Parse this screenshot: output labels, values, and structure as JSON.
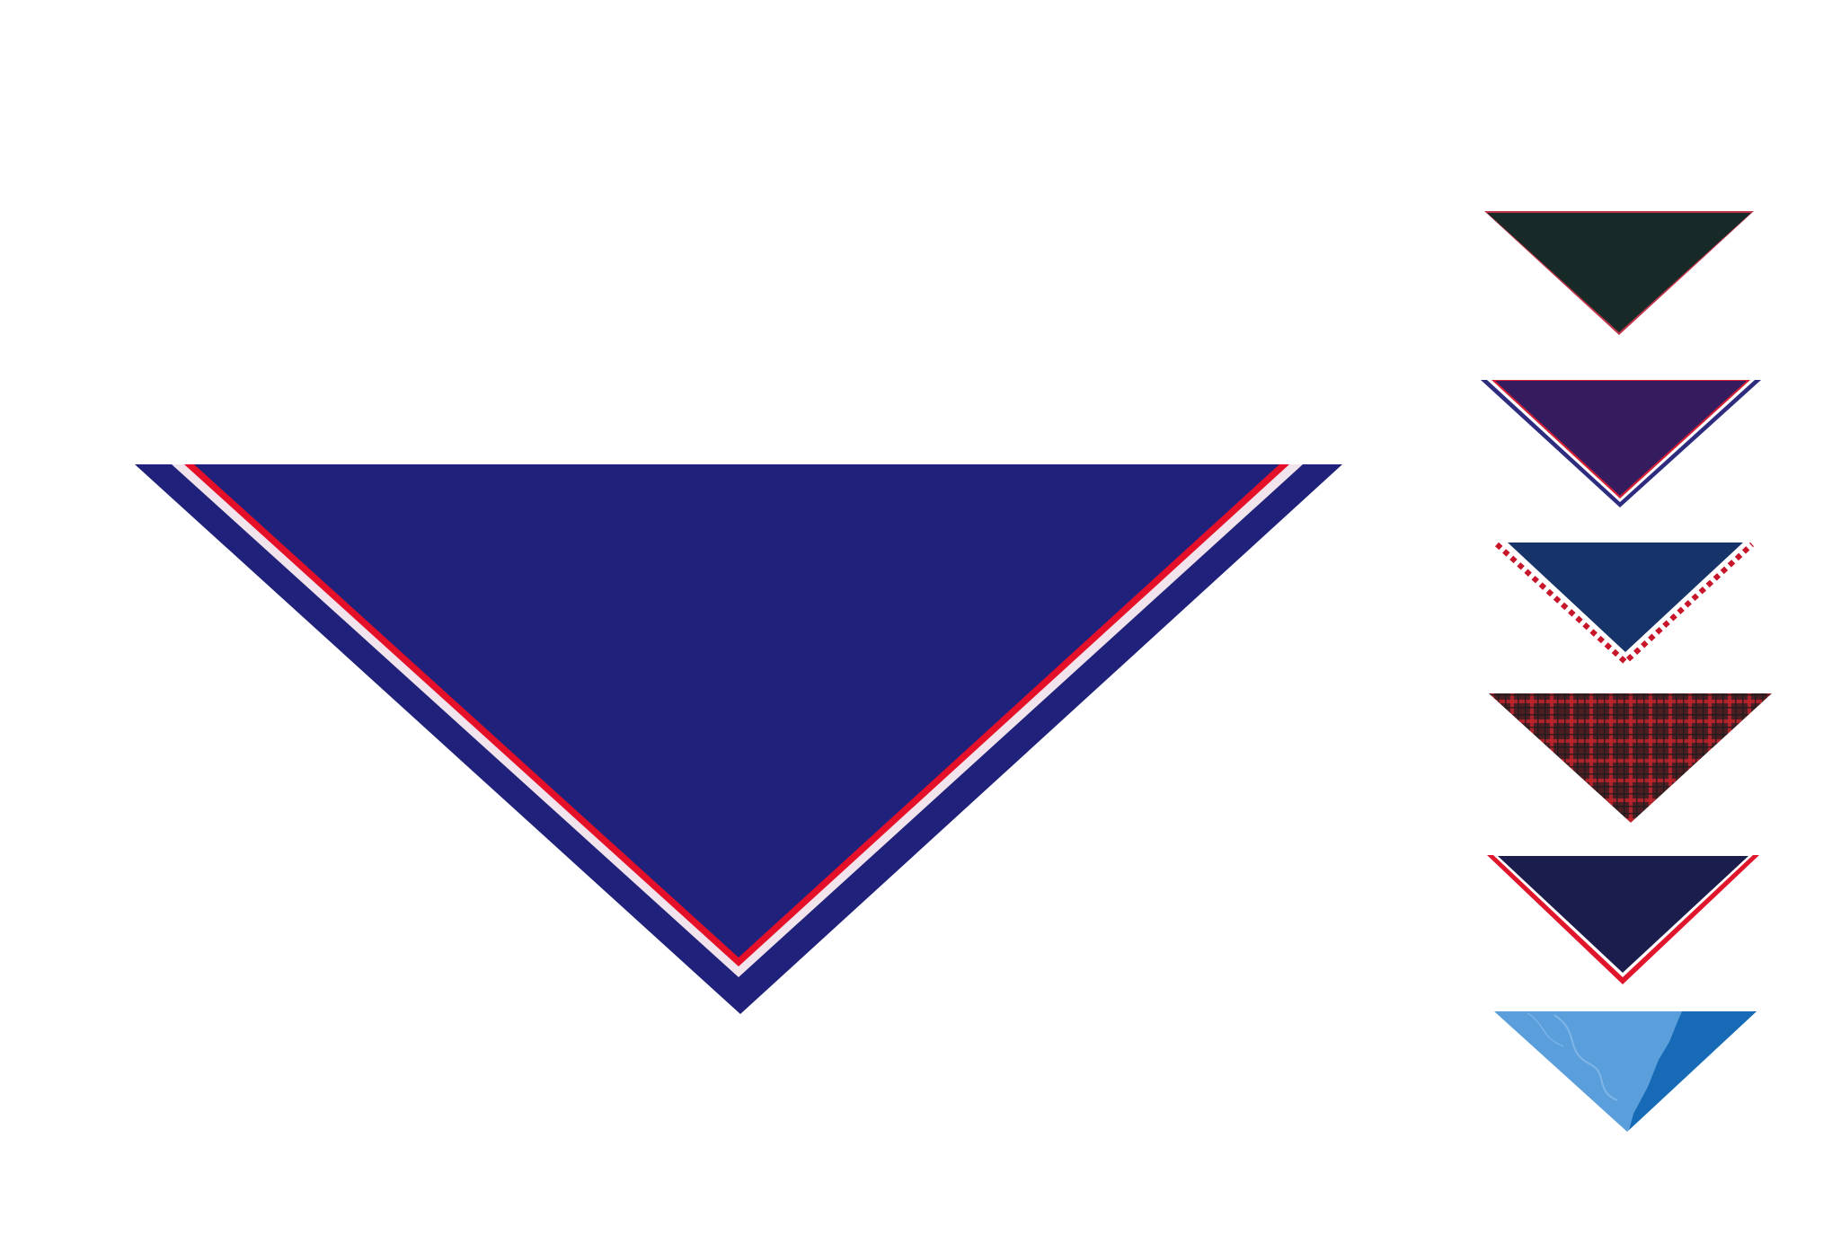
{
  "preview": {
    "design": "navy-with-red-white-border",
    "colors": {
      "body": "#20217a",
      "outer_border": "#20217a",
      "white_stripe": "#f2e4ec",
      "red_stripe": "#e4102a"
    }
  },
  "options": [
    {
      "design": "solid-dark-green",
      "colors": {
        "body": "#172a27",
        "edge": "#c0344a"
      }
    },
    {
      "design": "purple-with-white-blue-border",
      "colors": {
        "body": "#341c5e",
        "outer_border": "#2e2c7e",
        "white_stripe": "#ffffff",
        "red_stripe": "#d61f35"
      }
    },
    {
      "design": "navy-with-red-white-dashed-border",
      "colors": {
        "body": "#16336a",
        "dash_red": "#c8152a",
        "dash_white": "#ffffff"
      }
    },
    {
      "design": "red-tartan",
      "colors": {
        "base": "#4a1e22",
        "line_red": "#c0232b",
        "line_dark": "#1b1b1e"
      }
    },
    {
      "design": "dark-navy-with-red-white-border",
      "colors": {
        "body": "#1b1e4c",
        "red_stripe": "#e0162c",
        "white_stripe": "#ffffff"
      }
    },
    {
      "design": "blue-map",
      "colors": {
        "light": "#5a9edb",
        "dark": "#176bb6",
        "line": "#8ec0ec"
      }
    }
  ]
}
